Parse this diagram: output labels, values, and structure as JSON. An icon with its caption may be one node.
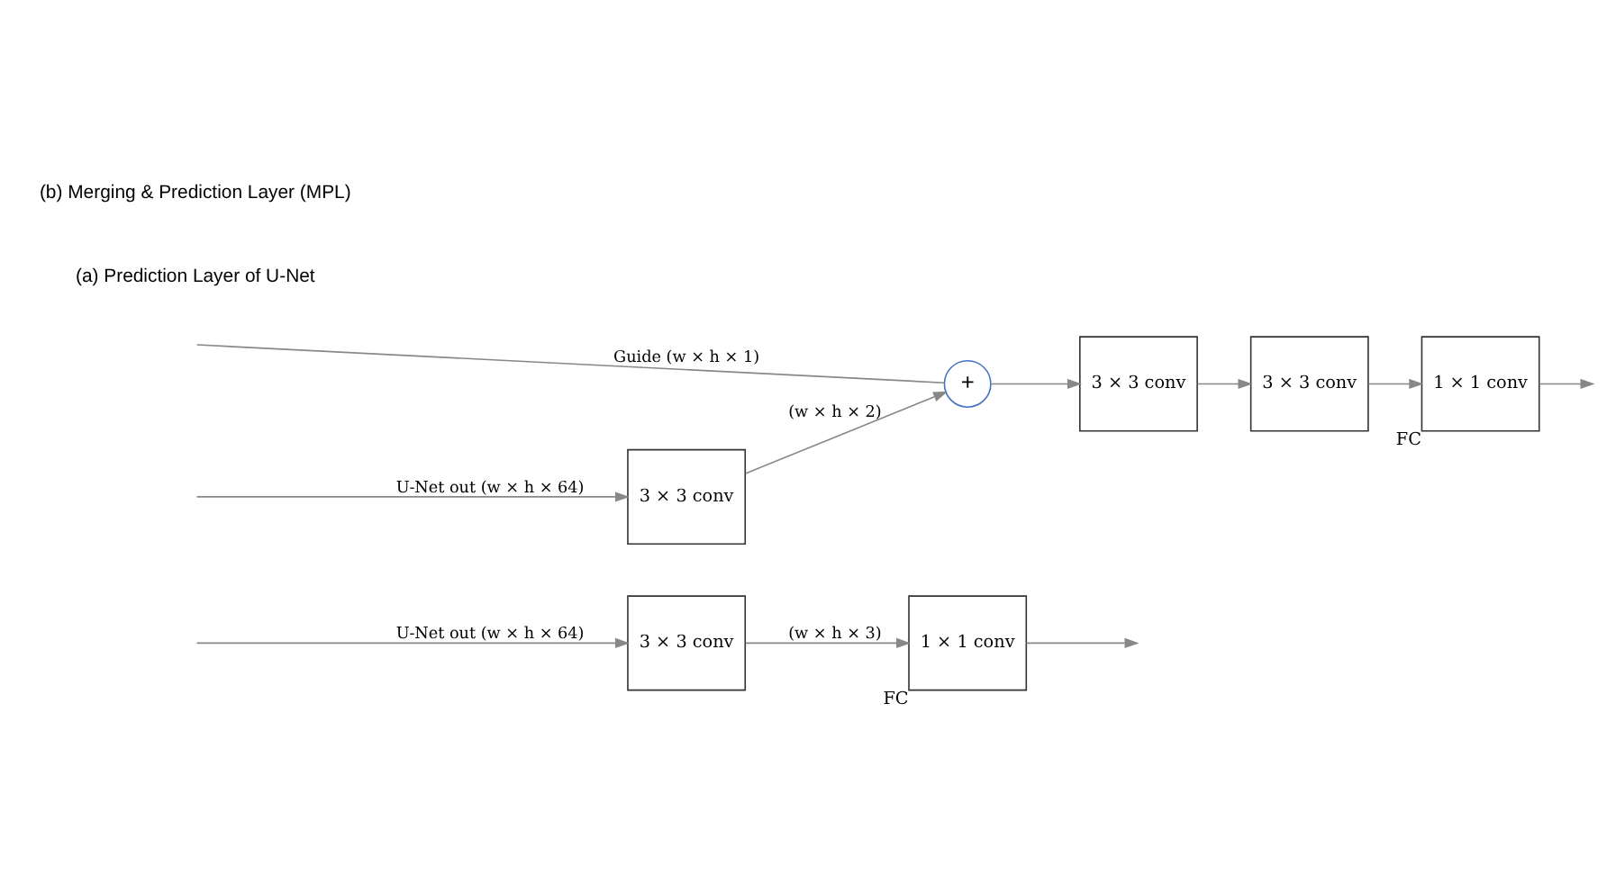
{
  "diagram": {
    "nodes": [
      {
        "text": [
          "3 × 3 conv"
        ]
      },
      {
        "text": [
          "1 × 1 conv"
        ],
        "beside": [
          "FC"
        ]
      },
      {
        "text": [
          "3 × 3 conv"
        ]
      },
      {
        "text": [
          "+"
        ]
      },
      {
        "text": [
          "3 × 3 conv"
        ]
      },
      {
        "text": [
          "3 × 3 conv"
        ]
      },
      {
        "text": [
          "1 × 1 conv"
        ],
        "beside": [
          "FC"
        ]
      }
    ],
    "edges": [
      {
        "from": null,
        "to": 0,
        "arrow": "to",
        "label": "U-Net out (w × h × 64)"
      },
      {
        "from": 0,
        "to": 1,
        "arrow": "to",
        "label": "(w × h × 3)"
      },
      {
        "from": 1,
        "to": null,
        "arrow": "to"
      },
      {
        "from": null,
        "to": 3,
        "arrow": "none",
        "label": "Guide (w × h × 1)"
      },
      {
        "from": null,
        "to": 2,
        "arrow": "to",
        "label": "U-Net out (w × h × 64)"
      },
      {
        "from": 2,
        "to": 3,
        "arrow": "to",
        "label": "(w × h × 2)"
      },
      {
        "from": 3,
        "to": 4,
        "arrow": "to"
      },
      {
        "from": 4,
        "to": 5,
        "arrow": "to"
      },
      {
        "from": 5,
        "to": 6,
        "arrow": "to"
      },
      {
        "from": 6,
        "to": null,
        "arrow": "to"
      }
    ],
    "labels": [
      "(a) Prediction Layer of U-Net",
      "(b) Merging & Prediction Layer (MPL)"
    ]
  }
}
